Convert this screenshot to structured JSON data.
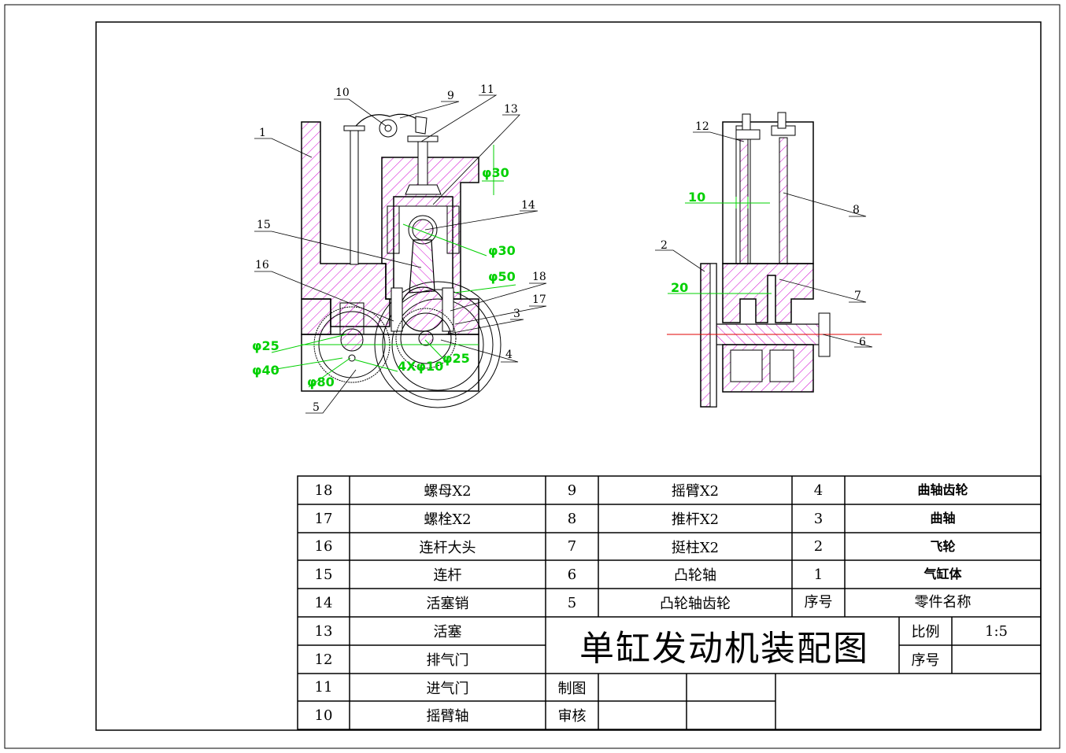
{
  "title": "单缸发动机装配图",
  "parts_table": {
    "col1": [
      {
        "no": "18",
        "name": "螺母X2"
      },
      {
        "no": "17",
        "name": "螺栓X2"
      },
      {
        "no": "16",
        "name": "连杆大头"
      },
      {
        "no": "15",
        "name": "连杆"
      },
      {
        "no": "14",
        "name": "活塞销"
      },
      {
        "no": "13",
        "name": "活塞"
      },
      {
        "no": "12",
        "name": "排气门"
      },
      {
        "no": "11",
        "name": "进气门"
      },
      {
        "no": "10",
        "name": "摇臂轴"
      }
    ],
    "col2": [
      {
        "no": "9",
        "name": "摇臂X2"
      },
      {
        "no": "8",
        "name": "推杆X2"
      },
      {
        "no": "7",
        "name": "挺柱X2"
      },
      {
        "no": "6",
        "name": "凸轮轴"
      },
      {
        "no": "5",
        "name": "凸轮轴齿轮"
      }
    ],
    "col3": [
      {
        "no": "4",
        "name": "曲轴齿轮"
      },
      {
        "no": "3",
        "name": "曲轴"
      },
      {
        "no": "2",
        "name": "飞轮"
      },
      {
        "no": "1",
        "name": "气缸体"
      }
    ],
    "header_no": "序号",
    "header_name": "零件名称"
  },
  "title_block": {
    "scale_label": "比例",
    "scale_value": "1:5",
    "seq_label": "序号",
    "drawn_label": "制图",
    "check_label": "审核"
  },
  "front_view_labels": [
    "10",
    "9",
    "11",
    "13",
    "1",
    "14",
    "15",
    "16",
    "18",
    "17",
    "3",
    "4",
    "5"
  ],
  "front_view_dims": [
    "φ30",
    "φ30",
    "φ50",
    "φ25",
    "φ40",
    "φ80",
    "4Xφ10",
    "φ25"
  ],
  "side_view_labels": [
    "12",
    "8",
    "2",
    "7",
    "6"
  ],
  "side_view_dims": [
    "10",
    "20"
  ],
  "colors": {
    "hatch": "#d000d0",
    "dim": "#00d000",
    "line": "#000000",
    "center": "#e00000"
  }
}
